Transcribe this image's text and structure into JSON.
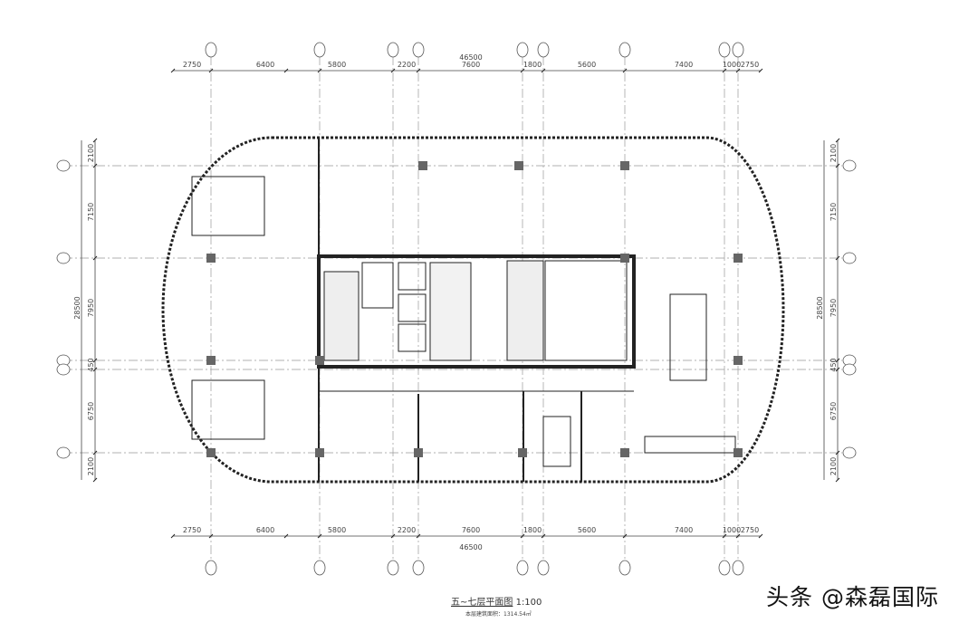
{
  "drawing": {
    "title": "五~七层平面图",
    "scale": "1:100",
    "subtitle": "本层建筑面积：1314.54㎡",
    "total_width_dim": "46500",
    "total_height_dim": "28500",
    "top_dims": [
      "2750",
      "6400",
      "5800",
      "2200",
      "7600",
      "1800",
      "5600",
      "7400",
      "1000",
      "2750"
    ],
    "bottom_dims": [
      "2750",
      "6400",
      "5800",
      "2200",
      "7600",
      "1800",
      "5600",
      "7400",
      "1000",
      "2750"
    ],
    "side_dims": [
      "2100",
      "7150",
      "7950",
      "450",
      "6750",
      "2100"
    ]
  },
  "watermark": "头条 @森磊国际"
}
